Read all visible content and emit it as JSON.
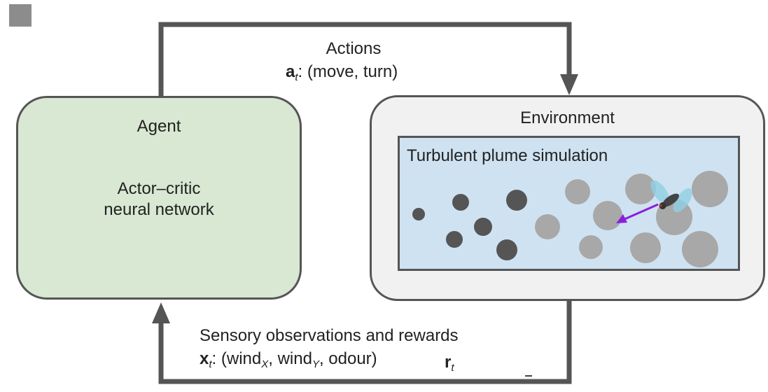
{
  "panel_label": "",
  "actions": {
    "title": "Actions",
    "symbol": "a",
    "subscript": "t",
    "value": ": (move, turn)"
  },
  "agent": {
    "title": "Agent",
    "body_line1": "Actor–critic",
    "body_line2": "neural network"
  },
  "environment": {
    "title": "Environment",
    "simulation_title": "Turbulent plume simulation"
  },
  "observations": {
    "title": "Sensory observations and rewards",
    "symbol": "x",
    "subscript": "t",
    "open": ": (wind",
    "wind_x_sub": "X",
    "sep": ", wind",
    "wind_y_sub": "Y",
    "close": ", odour)",
    "reward_symbol": "r",
    "reward_subscript": "t"
  },
  "colors": {
    "agent_fill": "#d8e8d2",
    "environment_fill": "#f1f1f1",
    "plume_fill": "#cfe2f1",
    "flow_arrow": "#555555",
    "heading_arrow": "#8a1ee0",
    "odour_blob_dark": "#555555",
    "odour_blob_light": "#a8a8a8"
  }
}
